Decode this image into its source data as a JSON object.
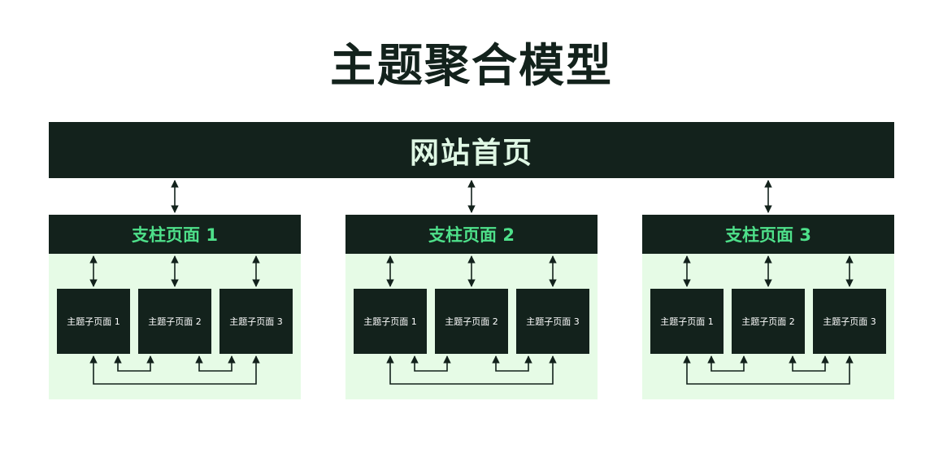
{
  "title": "主题聚合模型",
  "home": {
    "label": "网站首页"
  },
  "pillars": [
    {
      "label": "支柱页面 1",
      "subpages": [
        "主题子页面 1",
        "主题子页面 2",
        "主题子页面 3"
      ]
    },
    {
      "label": "支柱页面 2",
      "subpages": [
        "主题子页面 1",
        "主题子页面 2",
        "主题子页面 3"
      ]
    },
    {
      "label": "支柱页面 3",
      "subpages": [
        "主题子页面 1",
        "主题子页面 2",
        "主题子页面 3"
      ]
    }
  ],
  "colors": {
    "dark": "#13221c",
    "pillar_label": "#4ee08a",
    "pillar_bg": "#e6fbe6",
    "home_label": "#dff7e4"
  }
}
